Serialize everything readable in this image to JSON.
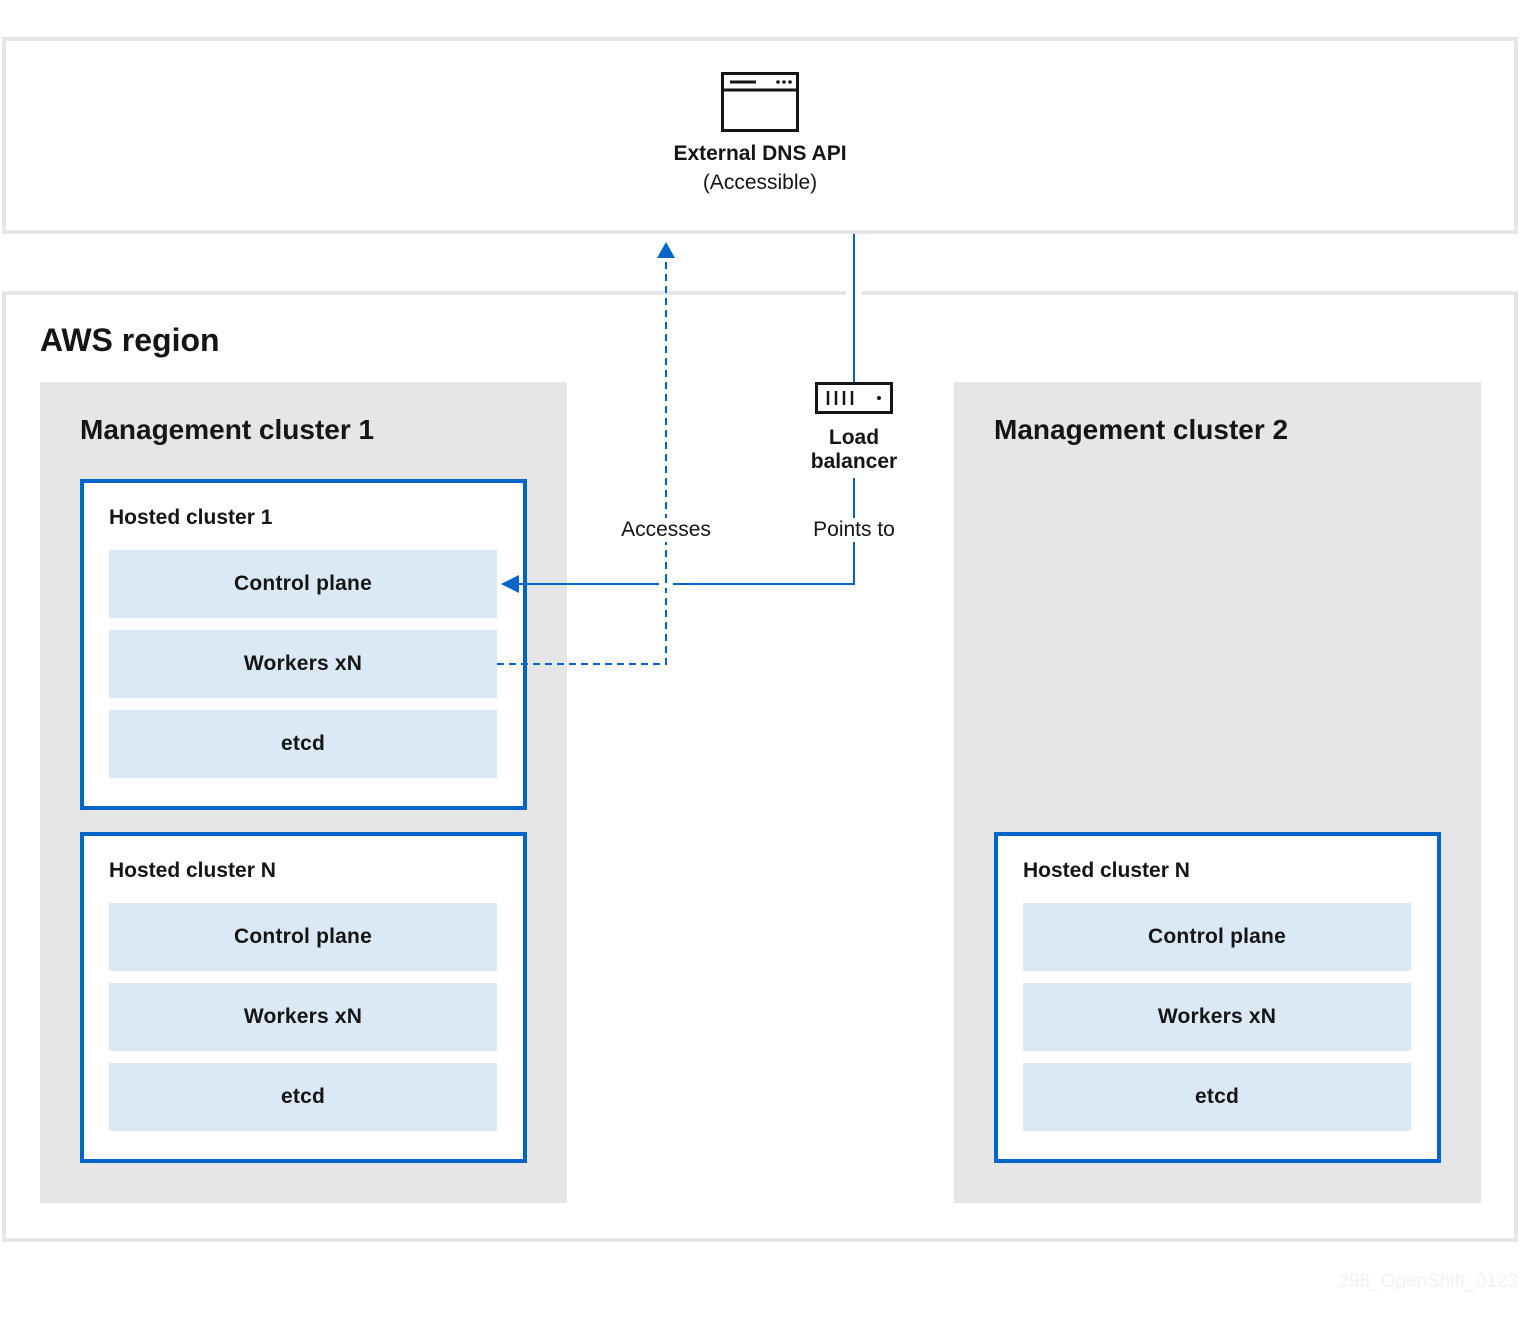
{
  "dns": {
    "title": "External DNS API",
    "subtitle": "(Accessible)",
    "icon": "browser-window-icon"
  },
  "region": {
    "title": "AWS region"
  },
  "load_balancer": {
    "label_line1": "Load",
    "label_line2": "balancer",
    "icon": "load-balancer-icon"
  },
  "edges": {
    "accesses": "Accesses",
    "points_to": "Points to"
  },
  "mgmt1": {
    "title": "Management cluster 1",
    "hosted": [
      {
        "title": "Hosted cluster 1",
        "components": [
          "Control plane",
          "Workers xN",
          "etcd"
        ]
      },
      {
        "title": "Hosted cluster N",
        "components": [
          "Control plane",
          "Workers xN",
          "etcd"
        ]
      }
    ]
  },
  "mgmt2": {
    "title": "Management cluster 2",
    "hosted": [
      {
        "title": "Hosted cluster N",
        "components": [
          "Control plane",
          "Workers xN",
          "etcd"
        ]
      }
    ]
  },
  "watermark": "298_OpenShift_0123",
  "colors": {
    "accent": "#0066cc",
    "panel": "#e6e6e6",
    "component": "#dbe8f6",
    "text": "#151515"
  }
}
